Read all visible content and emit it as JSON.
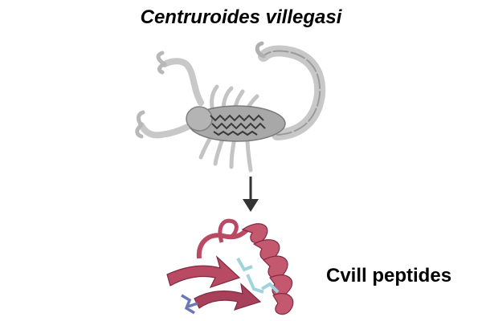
{
  "figure": {
    "organism_name": "Centruroides villegasi",
    "product_label": "Cvill peptides"
  },
  "colors": {
    "scorpion_body": "#8a8a8a",
    "scorpion_light": "#d4d4d4",
    "protein_ribbon": "#b84a64",
    "disulfide": "#9fd4dc",
    "sidechain": "#6a78b8",
    "arrow": "#333333"
  },
  "icons": {
    "scorpion": "scorpion-illustration",
    "protein": "protein-ribbon-structure",
    "arrow": "down-arrow"
  }
}
